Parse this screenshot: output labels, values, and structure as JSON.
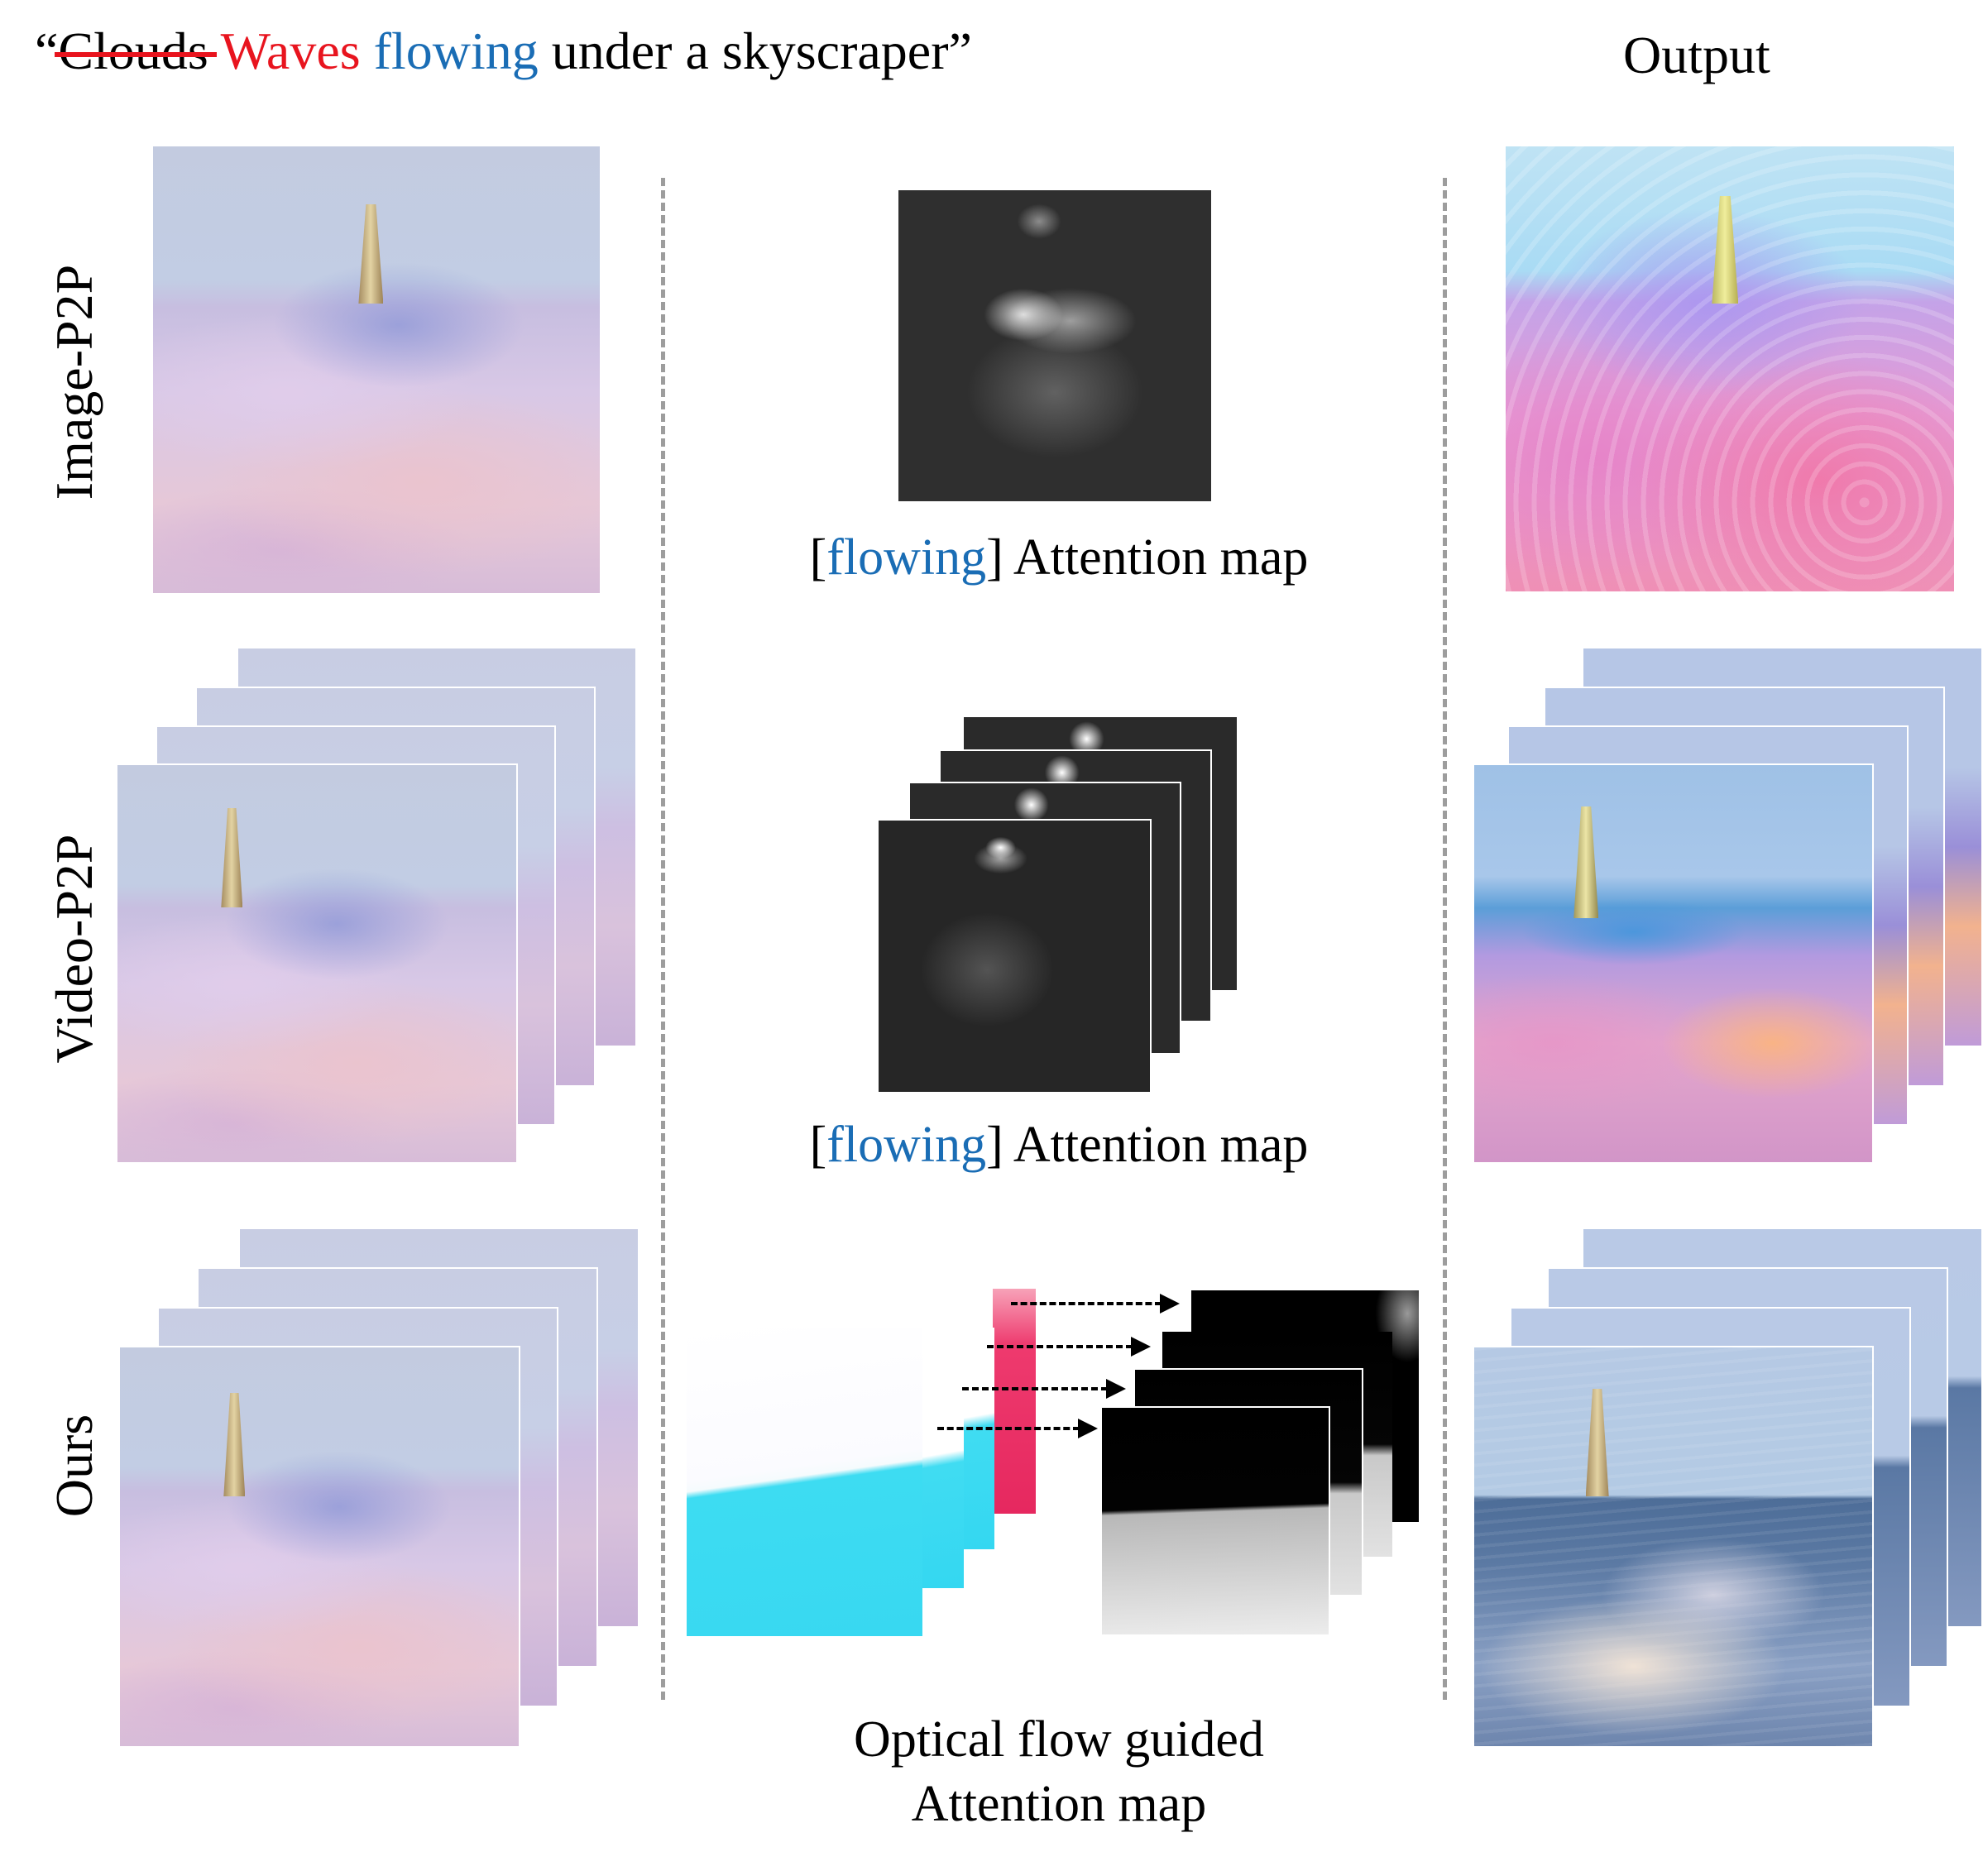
{
  "prompt": {
    "open_quote": "“",
    "struck_word": "Clouds",
    "replacement_word": "Waves",
    "highlighted_word": "flowing",
    "rest": "under a skyscraper”",
    "struck_color": "#e8141e",
    "replacement_color": "#e8141e",
    "highlight_color": "#1a6db5"
  },
  "output_title": "Output",
  "rows": [
    {
      "label": "Image-P2P"
    },
    {
      "label": "Video-P2P"
    },
    {
      "label": "Ours"
    }
  ],
  "captions": {
    "image_p2p": {
      "bracket_open": "[",
      "word": "flowing",
      "bracket_close": "]",
      "text": "Attention map"
    },
    "video_p2p": {
      "bracket_open": "[",
      "word": "flowing",
      "bracket_close": "]",
      "text": "Attention map"
    },
    "ours_line1": "Optical flow guided",
    "ours_line2": "Attention map"
  }
}
